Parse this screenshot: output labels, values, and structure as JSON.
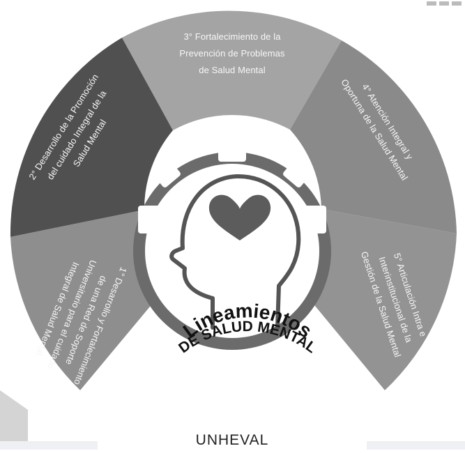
{
  "segments": [
    {
      "id": "seg1",
      "lines": [
        "1° Desarrollo y Fortalecimiento",
        "de una Red de Soporte",
        "Universitario para el cuidado",
        "Integral de Salud Mental"
      ]
    },
    {
      "id": "seg2",
      "lines": [
        "2° Desarrollo de la Promoción",
        "del cuidado Integral de la",
        "Salud Mental"
      ]
    },
    {
      "id": "seg3",
      "lines": [
        "3° Fortalecimiento de la",
        "Prevención de Problemas",
        "de Salud Mental"
      ]
    },
    {
      "id": "seg4",
      "lines": [
        "4° Atención Integral y",
        "Oportuna de la Salud Mental"
      ]
    },
    {
      "id": "seg5",
      "lines": [
        "5° Articulación Intra e",
        "Interinstitucional de la",
        "Gestión de la Salud Mental"
      ]
    }
  ],
  "center": {
    "line1": "Lineamientos",
    "line2": "DE SALUD MENTAL",
    "line3": "UNHEVAL"
  },
  "icon": "head-with-heart-icon",
  "colors": {
    "seg1": "#8e8e8e",
    "seg2": "#505050",
    "seg3": "#a4a4a4",
    "seg4": "#8a8a8a",
    "seg5": "#939393"
  }
}
